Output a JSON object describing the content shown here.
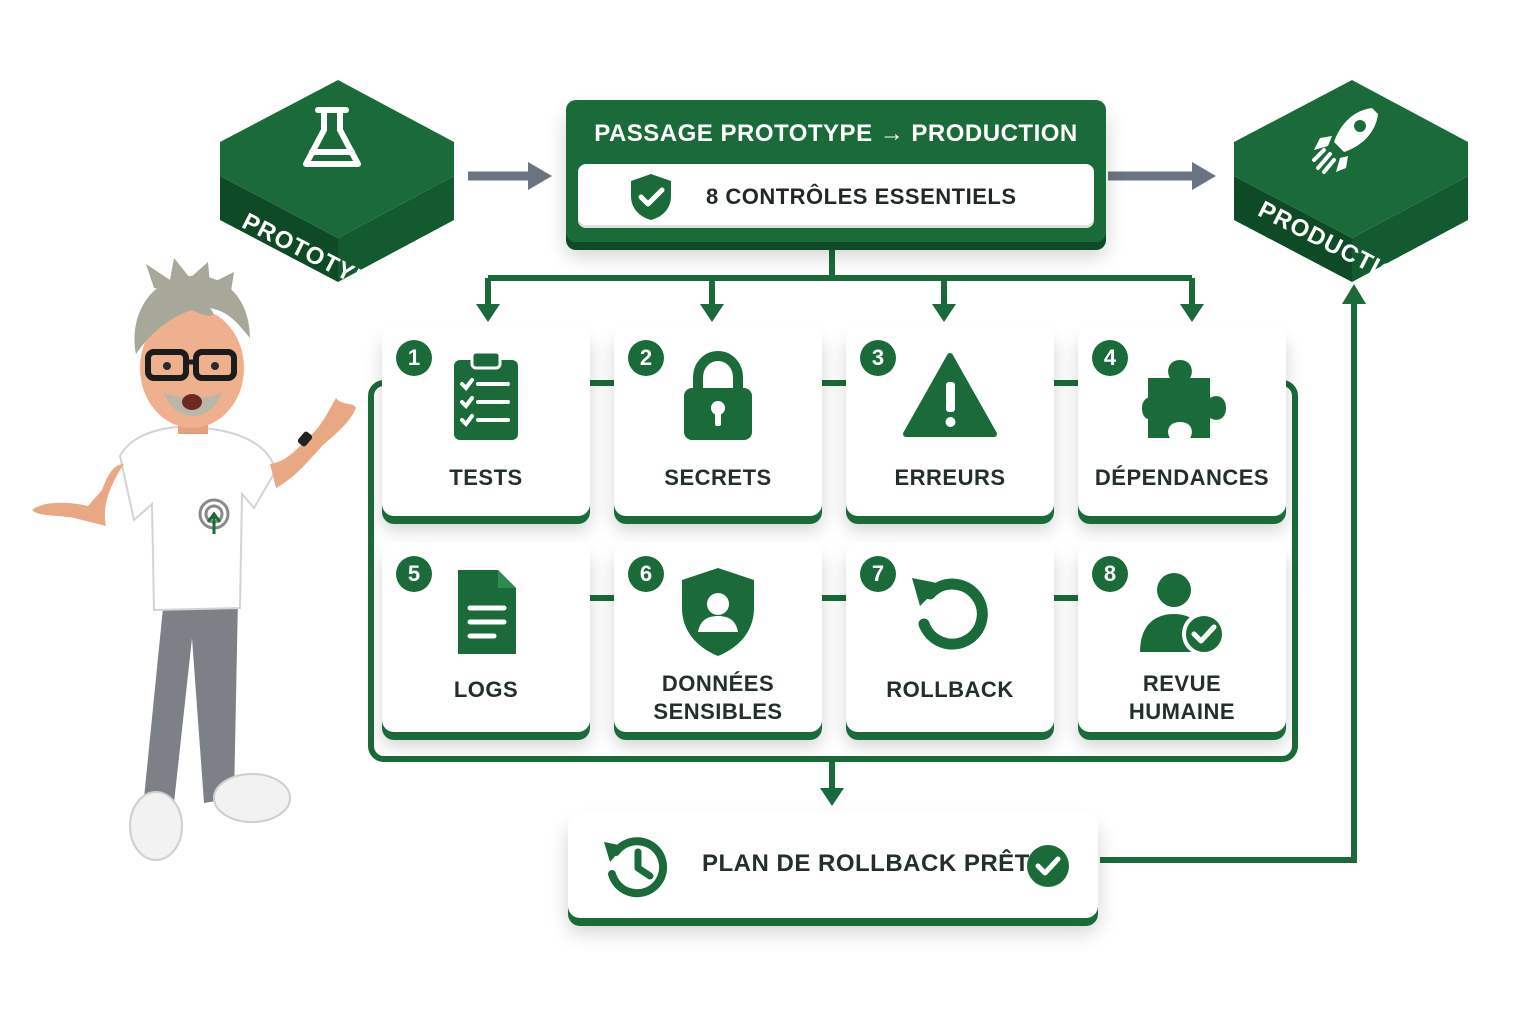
{
  "colors": {
    "primary": "#1b6b3a",
    "primary_dark": "#0f4a26",
    "arrow_gray": "#6b7480",
    "text": "#23302a"
  },
  "prototype_tile": {
    "label": "PROTOTYPE",
    "icon": "flask-icon"
  },
  "production_tile": {
    "label": "PRODUCTION",
    "icon": "rocket-icon"
  },
  "header": {
    "title": "PASSAGE PROTOTYPE → PRODUCTION",
    "subtitle": "8 CONTRÔLES ESSENTIELS",
    "icon": "shield-check-icon"
  },
  "checks": [
    {
      "number": "1",
      "label": "TESTS",
      "icon": "clipboard-checklist-icon"
    },
    {
      "number": "2",
      "label": "SECRETS",
      "icon": "padlock-icon"
    },
    {
      "number": "3",
      "label": "ERREURS",
      "icon": "warning-icon"
    },
    {
      "number": "4",
      "label": "DÉPENDANCES",
      "icon": "puzzle-icon"
    },
    {
      "number": "5",
      "label": "LOGS",
      "icon": "document-icon"
    },
    {
      "number": "6",
      "label": "DONNÉES SENSIBLES",
      "label_line1": "DONNÉES",
      "label_line2": "SENSIBLES",
      "icon": "shield-user-icon"
    },
    {
      "number": "7",
      "label": "ROLLBACK",
      "icon": "undo-arrow-icon"
    },
    {
      "number": "8",
      "label": "REVUE HUMAINE",
      "label_line1": "REVUE",
      "label_line2": "HUMAINE",
      "icon": "user-check-icon"
    }
  ],
  "plan": {
    "label": "PLAN DE ROLLBACK PRÊT",
    "icon": "history-icon",
    "status_icon": "check-circle-icon"
  },
  "character": {
    "icon": "presenter-character"
  }
}
